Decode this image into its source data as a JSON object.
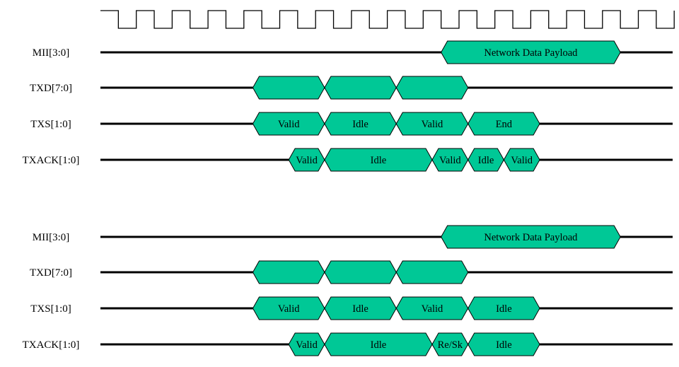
{
  "colors": {
    "segment_fill": "#00C896",
    "segment_stroke": "#000000",
    "line": "#000000",
    "background": "#ffffff"
  },
  "clock": {
    "name": "clock-waveform",
    "periods": 16
  },
  "diagrams": [
    {
      "name": "timing-diagram-1",
      "signals": [
        {
          "label": "MII[3:0]",
          "segments": [
            {
              "start": 9.5,
              "end": 14.5,
              "text": "Network Data Payload"
            }
          ]
        },
        {
          "label": "TXD[7:0]",
          "segments": [
            {
              "start": 4.25,
              "end": 6.25,
              "text": ""
            },
            {
              "start": 6.25,
              "end": 8.25,
              "text": ""
            },
            {
              "start": 8.25,
              "end": 10.25,
              "text": ""
            }
          ]
        },
        {
          "label": "TXS[1:0]",
          "segments": [
            {
              "start": 4.25,
              "end": 6.25,
              "text": "Valid"
            },
            {
              "start": 6.25,
              "end": 8.25,
              "text": "Idle"
            },
            {
              "start": 8.25,
              "end": 10.25,
              "text": "Valid"
            },
            {
              "start": 10.25,
              "end": 12.25,
              "text": "End"
            }
          ]
        },
        {
          "label": "TXACK[1:0]",
          "segments": [
            {
              "start": 5.25,
              "end": 6.25,
              "text": "Valid"
            },
            {
              "start": 6.25,
              "end": 9.25,
              "text": "Idle"
            },
            {
              "start": 9.25,
              "end": 10.25,
              "text": "Valid"
            },
            {
              "start": 10.25,
              "end": 11.25,
              "text": "Idle"
            },
            {
              "start": 11.25,
              "end": 12.25,
              "text": "Valid"
            }
          ]
        }
      ]
    },
    {
      "name": "timing-diagram-2",
      "signals": [
        {
          "label": "MII[3:0]",
          "segments": [
            {
              "start": 9.5,
              "end": 14.5,
              "text": "Network Data Payload"
            }
          ]
        },
        {
          "label": "TXD[7:0]",
          "segments": [
            {
              "start": 4.25,
              "end": 6.25,
              "text": ""
            },
            {
              "start": 6.25,
              "end": 8.25,
              "text": ""
            },
            {
              "start": 8.25,
              "end": 10.25,
              "text": ""
            }
          ]
        },
        {
          "label": "TXS[1:0]",
          "segments": [
            {
              "start": 4.25,
              "end": 6.25,
              "text": "Valid"
            },
            {
              "start": 6.25,
              "end": 8.25,
              "text": "Idle"
            },
            {
              "start": 8.25,
              "end": 10.25,
              "text": "Valid"
            },
            {
              "start": 10.25,
              "end": 12.25,
              "text": "Idle"
            }
          ]
        },
        {
          "label": "TXACK[1:0]",
          "segments": [
            {
              "start": 5.25,
              "end": 6.25,
              "text": "Valid"
            },
            {
              "start": 6.25,
              "end": 9.25,
              "text": "Idle"
            },
            {
              "start": 9.25,
              "end": 10.25,
              "text": "Re/Sk"
            },
            {
              "start": 10.25,
              "end": 12.25,
              "text": "Idle"
            }
          ]
        }
      ]
    }
  ]
}
